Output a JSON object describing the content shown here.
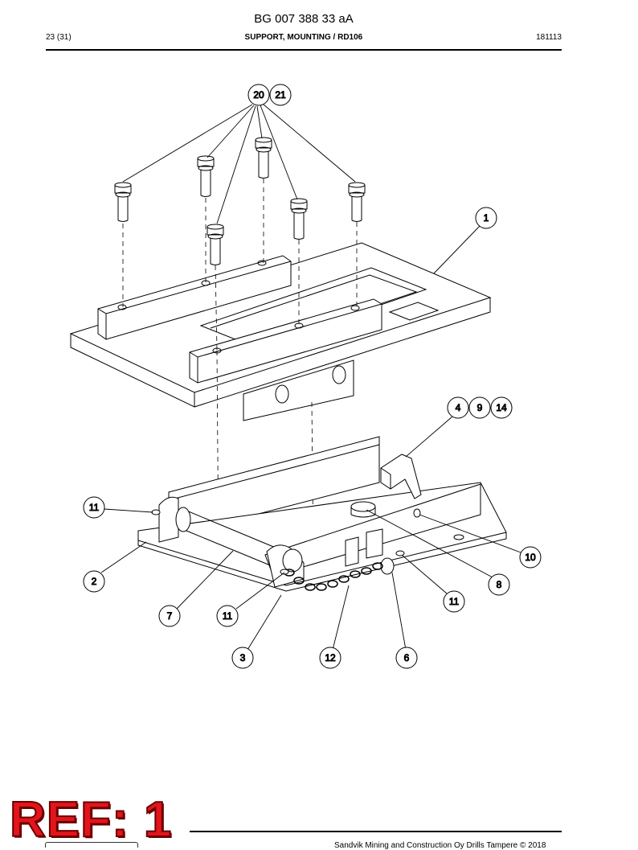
{
  "header": {
    "doc_number": "BG 007 388 33 aA",
    "page": "23 (31)",
    "title": "SUPPORT, MOUNTING / RD106",
    "code": "181113"
  },
  "callouts": {
    "c1": "1",
    "c2": "2",
    "c3": "3",
    "c4": "4",
    "c6": "6",
    "c7": "7",
    "c8": "8",
    "c9": "9",
    "c10": "10",
    "c11a": "11",
    "c11b": "11",
    "c11c": "11",
    "c12": "12",
    "c14": "14",
    "c20": "20",
    "c21": "21"
  },
  "stamp": {
    "text": "REF: 1"
  },
  "footer": {
    "copyright": "Sandvik Mining and Construction Oy Drills Tampere © 2018"
  }
}
